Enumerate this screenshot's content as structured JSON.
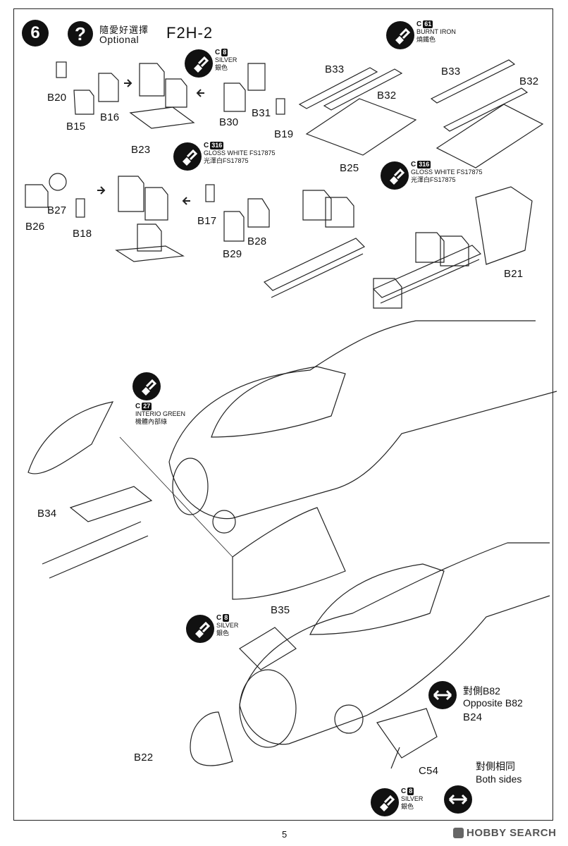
{
  "step": {
    "number": "6",
    "optional_zh": "隨愛好選擇",
    "optional_en": "Optional",
    "model": "F2H-2"
  },
  "paints": {
    "silver_a": {
      "code": "C",
      "num": "8",
      "name": "SILVER",
      "zh": "銀色"
    },
    "white_a": {
      "code": "C",
      "num": "316",
      "name": "GLOSS WHITE FS17875",
      "zh": "光澤白FS17875"
    },
    "iron": {
      "code": "C",
      "num": "61",
      "name": "BURNT IRON",
      "zh": "燒鐵色"
    },
    "white_b": {
      "code": "C",
      "num": "316",
      "name": "GLOSS WHITE FS17875",
      "zh": "光澤白FS17875"
    },
    "green": {
      "code": "C",
      "num": "27",
      "name": "INTERIO GREEN",
      "zh": "機體內部綠"
    },
    "silver_b": {
      "code": "C",
      "num": "8",
      "name": "SILVER",
      "zh": "銀色"
    },
    "silver_c": {
      "code": "C",
      "num": "8",
      "name": "SILVER",
      "zh": "銀色"
    }
  },
  "parts": {
    "b20": "B20",
    "b15": "B15",
    "b16": "B16",
    "b23": "B23",
    "b30": "B30",
    "b31": "B31",
    "b19": "B19",
    "b33a": "B33",
    "b32a": "B32",
    "b25": "B25",
    "b33b": "B33",
    "b32b": "B32",
    "b26": "B26",
    "b27": "B27",
    "b18": "B18",
    "b17": "B17",
    "b29": "B29",
    "b28": "B28",
    "b21": "B21",
    "b34": "B34",
    "b35": "B35",
    "b24": "B24",
    "b22": "B22",
    "c54": "C54"
  },
  "notes": {
    "opposite_zh": "對側B82",
    "opposite_en": "Opposite B82",
    "both_zh": "對側相同",
    "both_en": "Both sides"
  },
  "footer": {
    "page": "5",
    "brand": "HOBBY SEARCH"
  }
}
